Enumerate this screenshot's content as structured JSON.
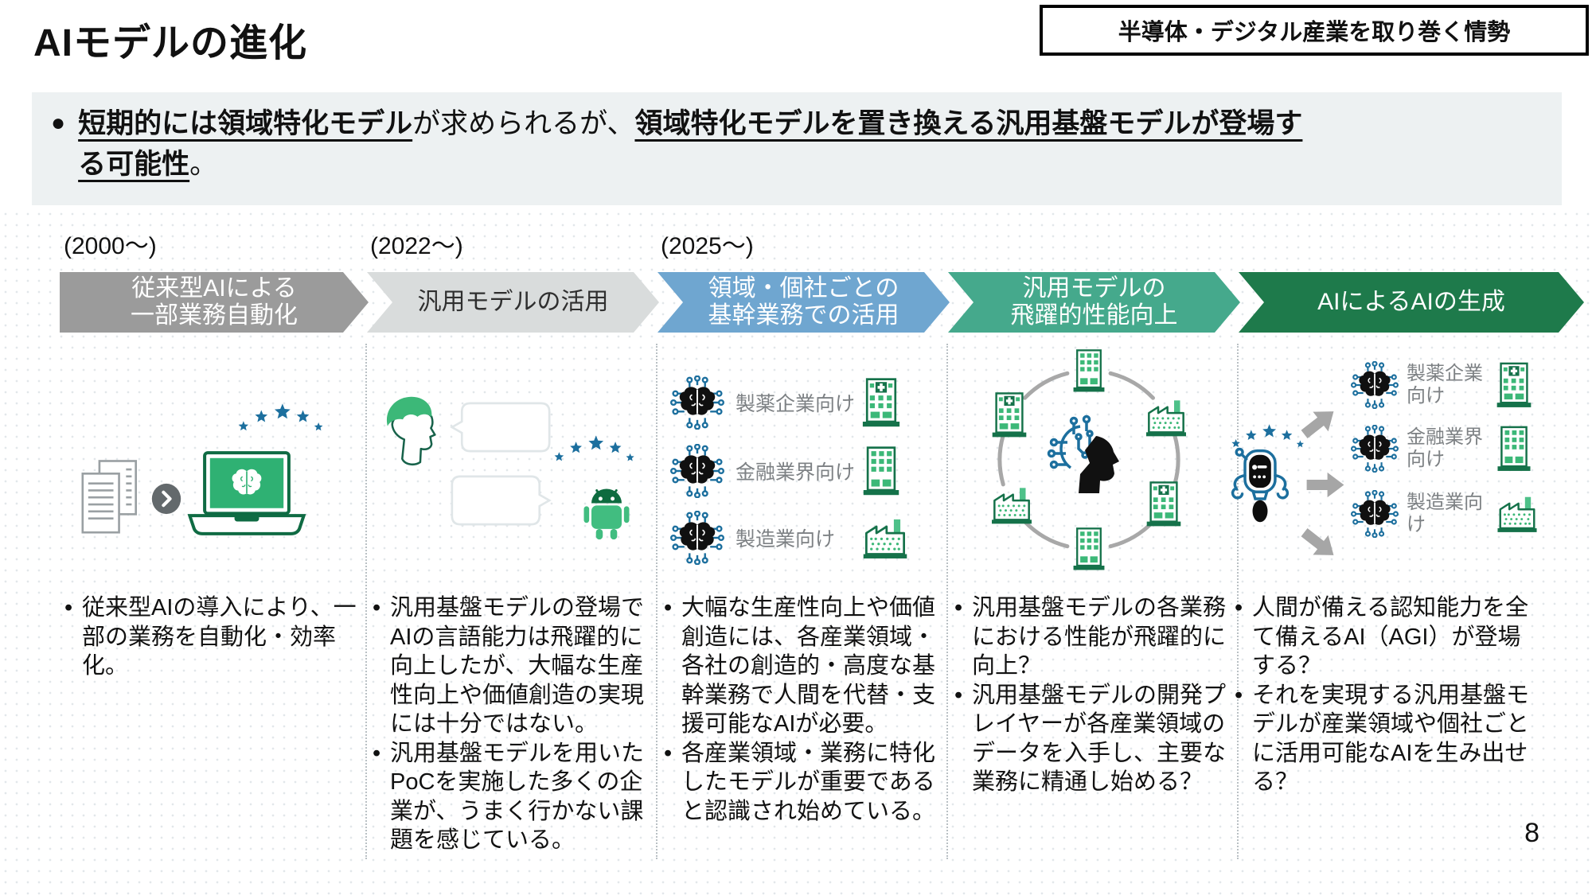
{
  "slide": {
    "title": "AIモデルの進化",
    "header_tag": "半導体・デジタル産業を取り巻く情勢",
    "page_number": "8"
  },
  "key_message": {
    "bullet": "●",
    "segments": [
      {
        "text": "短期的には領域特化モデル",
        "emphasis": true
      },
      {
        "text": "が求められるが、",
        "emphasis": false
      },
      {
        "text": "領域特化モデルを置き換える汎用基盤モデルが登場する可能性",
        "emphasis": true
      },
      {
        "text": "。",
        "emphasis": false
      }
    ]
  },
  "timeline": {
    "dates": [
      "(2000～)",
      "(2022～)",
      "(2025～)"
    ],
    "stages": [
      {
        "label": "従来型AIによる\n一部業務自動化",
        "color": "#9b9b9b",
        "text_color": "#ffffff"
      },
      {
        "label": "汎用モデルの活用",
        "color": "#d9dcdc",
        "text_color": "#2f2f2f"
      },
      {
        "label": "領域・個社ごとの\n基幹業務での活用",
        "color": "#6fa6d0",
        "text_color": "#ffffff"
      },
      {
        "label": "汎用モデルの\n飛躍的性能向上",
        "color": "#45a98c",
        "text_color": "#ffffff"
      },
      {
        "label": "AIによるAIの生成",
        "color": "#1e7a4b",
        "text_color": "#ffffff"
      }
    ]
  },
  "columns": [
    {
      "icons": [
        "documents-icon",
        "arrow-circle-icon",
        "stars-icon",
        "laptop-brain-icon"
      ],
      "bullets": [
        "従来型AIの導入により、一部の業務を自動化・効率化。"
      ]
    },
    {
      "icons": [
        "person-head-icon",
        "speech-bubble-icon",
        "speech-bubble-icon",
        "stars-icon",
        "android-robot-icon"
      ],
      "bullets": [
        "汎用基盤モデルの登場でAIの言語能力は飛躍的に向上したが、大幅な生産性向上や価値創造の実現には十分ではない。",
        "汎用基盤モデルを用いたPoCを実施した多くの企業が、うまく行かない課題を感じている。"
      ]
    },
    {
      "industries": [
        {
          "label": "製薬企業向け",
          "icon": "hospital-building-icon"
        },
        {
          "label": "金融業界向け",
          "icon": "office-building-icon"
        },
        {
          "label": "製造業向け",
          "icon": "factory-icon"
        }
      ],
      "bullets": [
        "大幅な生産性向上や価値創造には、各産業領域・各社の創造的・高度な基幹業務で人間を代替・支援可能なAIが必要。",
        "各産業領域・業務に特化したモデルが重要であると認識され始めている。"
      ]
    },
    {
      "icons": [
        "ai-head-icon",
        "office-building-icon",
        "hospital-building-icon",
        "factory-icon"
      ],
      "bullets": [
        "汎用基盤モデルの各業務における性能が飛躍的に向上？",
        "汎用基盤モデルの開発プレイヤーが各産業領域のデータを入手し、主要な業務に精通し始める？"
      ]
    },
    {
      "icons": [
        "robot-icon",
        "stars-icon",
        "arrow-icon",
        "brain-chip-icon"
      ],
      "industries": [
        {
          "label": "製薬企業向け",
          "icon": "hospital-building-icon"
        },
        {
          "label": "金融業界向け",
          "icon": "office-building-icon"
        },
        {
          "label": "製造業向け",
          "icon": "factory-icon"
        }
      ],
      "bullets": [
        "人間が備える認知能力を全て備えるAI（AGI）が登場する？",
        "それを実現する汎用基盤モデルが産業領域や個社ごとに活用可能なAIを生み出せる？"
      ]
    }
  ],
  "palette": {
    "green_dark": "#15724a",
    "green": "#3cb878",
    "circuit_blue": "#1c6f9e",
    "arrow_gray": "#a6a6a6",
    "key_box_bg": "#edf1f2"
  }
}
